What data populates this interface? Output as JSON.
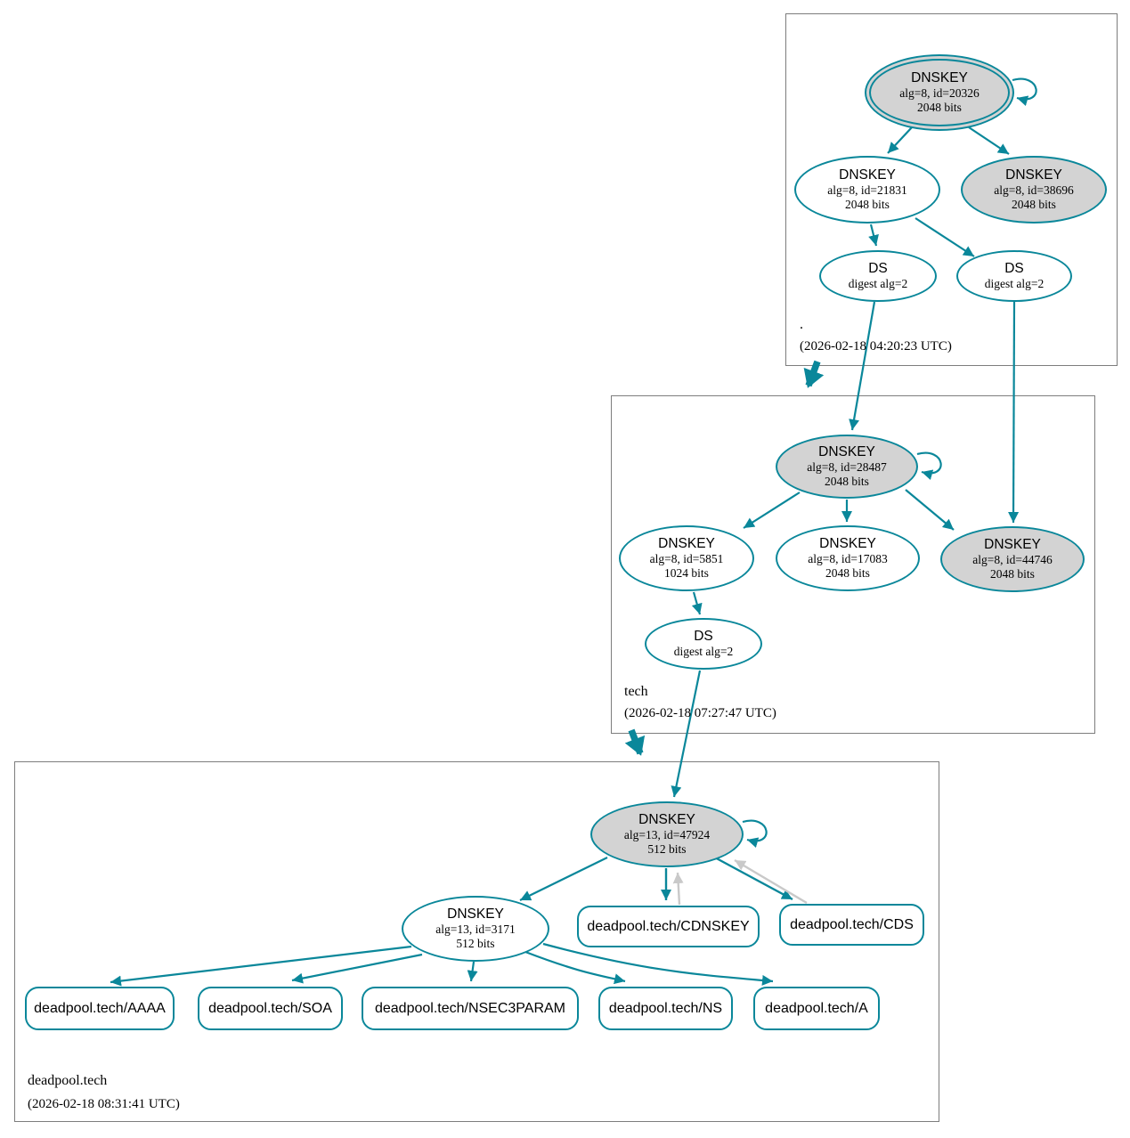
{
  "colors": {
    "edge_secure": "#0a879a",
    "edge_pending": "#c9c9c9",
    "ksk_fill": "#d3d3d3",
    "zone_border": "#7d7d7d"
  },
  "zones": {
    "root": {
      "name": ".",
      "timestamp": "(2026-02-18 04:20:23 UTC)",
      "ksk_20326": {
        "title": "DNSKEY",
        "alg": "alg=8, id=20326",
        "bits": "2048 bits"
      },
      "key_21831": {
        "title": "DNSKEY",
        "alg": "alg=8, id=21831",
        "bits": "2048 bits"
      },
      "key_38696": {
        "title": "DNSKEY",
        "alg": "alg=8, id=38696",
        "bits": "2048 bits"
      },
      "ds_left": {
        "title": "DS",
        "digest": "digest alg=2"
      },
      "ds_right": {
        "title": "DS",
        "digest": "digest alg=2"
      }
    },
    "tech": {
      "name": "tech",
      "timestamp": "(2026-02-18 07:27:47 UTC)",
      "ksk_28487": {
        "title": "DNSKEY",
        "alg": "alg=8, id=28487",
        "bits": "2048 bits"
      },
      "key_5851": {
        "title": "DNSKEY",
        "alg": "alg=8, id=5851",
        "bits": "1024 bits"
      },
      "key_17083": {
        "title": "DNSKEY",
        "alg": "alg=8, id=17083",
        "bits": "2048 bits"
      },
      "key_44746": {
        "title": "DNSKEY",
        "alg": "alg=8, id=44746",
        "bits": "2048 bits"
      },
      "ds": {
        "title": "DS",
        "digest": "digest alg=2"
      }
    },
    "deadpool": {
      "name": "deadpool.tech",
      "timestamp": "(2026-02-18 08:31:41 UTC)",
      "ksk_47924": {
        "title": "DNSKEY",
        "alg": "alg=13, id=47924",
        "bits": "512 bits"
      },
      "zsk_3171": {
        "title": "DNSKEY",
        "alg": "alg=13, id=3171",
        "bits": "512 bits"
      },
      "cdnskey": "deadpool.tech/CDNSKEY",
      "cds": "deadpool.tech/CDS",
      "rrsets": [
        "deadpool.tech/AAAA",
        "deadpool.tech/SOA",
        "deadpool.tech/NSEC3PARAM",
        "deadpool.tech/NS",
        "deadpool.tech/A"
      ]
    }
  }
}
